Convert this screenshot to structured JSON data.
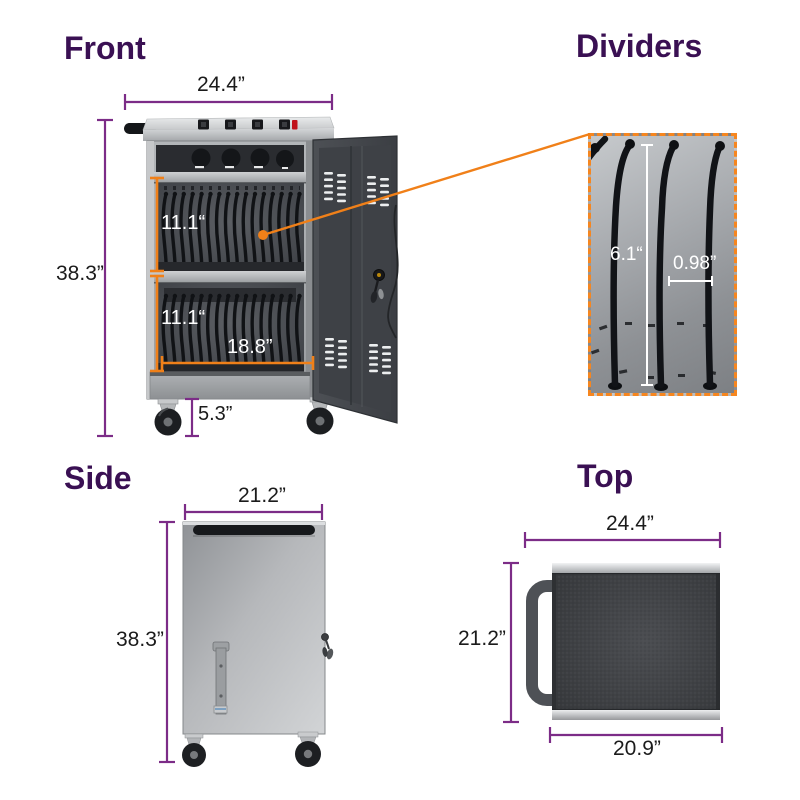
{
  "colors": {
    "heading_purple": "#3a1053",
    "dimension_purple": "#7c2c87",
    "dimension_orange": "#f08019",
    "dimension_white": "#ffffff",
    "label_dark": "#1b1b1b"
  },
  "front": {
    "title": "Front",
    "dims": {
      "overall_width": "24.4”",
      "overall_height": "38.3”",
      "upper_shelf_height": "11.1“",
      "lower_shelf_height": "11.1“",
      "inner_width": "18.8”",
      "caster_height": "5.3”"
    }
  },
  "dividers": {
    "title": "Dividers",
    "dims": {
      "divider_height": "6.1“",
      "slot_width": "0.98”"
    }
  },
  "side": {
    "title": "Side",
    "dims": {
      "depth": "21.2”",
      "height": "38.3”"
    }
  },
  "top": {
    "title": "Top",
    "dims": {
      "overall_width": "24.4”",
      "depth": "21.2”",
      "bottom_width": "20.9”"
    }
  }
}
